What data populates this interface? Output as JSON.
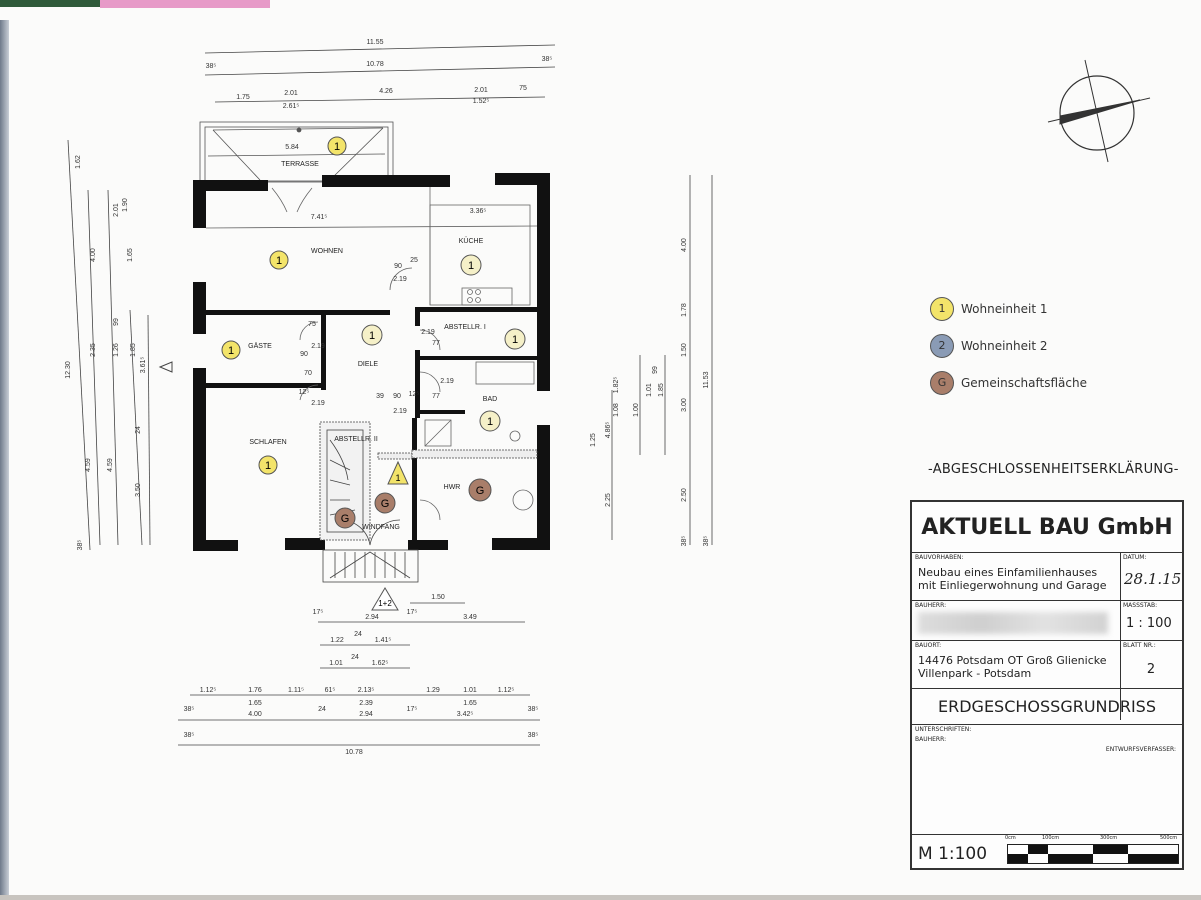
{
  "colors": {
    "unit1": "#f3e46a",
    "unit2": "#8a9bb5",
    "common": "#a97e6a",
    "wall": "#111111"
  },
  "plan": {
    "rooms": [
      {
        "name": "TERRASSE",
        "unit": "1"
      },
      {
        "name": "WOHNEN",
        "unit": "1"
      },
      {
        "name": "KÜCHE",
        "unit": "1"
      },
      {
        "name": "GÄSTE",
        "unit": "1"
      },
      {
        "name": "DIELE",
        "unit": "1"
      },
      {
        "name": "ABSTELLR. I",
        "unit": "1"
      },
      {
        "name": "BAD",
        "unit": "1"
      },
      {
        "name": "SCHLAFEN",
        "unit": "1"
      },
      {
        "name": "ABSTELLR. II",
        "unit": ""
      },
      {
        "name": "HWR",
        "unit": "G"
      },
      {
        "name": "WINDFANG",
        "unit": "G"
      }
    ],
    "stair_marker": "G",
    "triangle_markers": [
      "1",
      "1+2"
    ],
    "dims_top": [
      "11.55",
      "10.78",
      "38⁵",
      "38⁵",
      "1.75",
      "2.01",
      "2.61⁵",
      "4.26",
      "2.01",
      "1.52⁵",
      "75",
      "5.84"
    ],
    "dims_inner": [
      "7.41⁵",
      "3.36⁵",
      "90",
      "25",
      "2.19",
      "75",
      "2.19",
      "90",
      "70",
      "12⁵",
      "2.19",
      "39",
      "90",
      "12⁵",
      "2.19",
      "77",
      "2.19",
      "77",
      "2.19"
    ],
    "dims_bottom": [
      "1.50",
      "17⁵",
      "2.94",
      "17⁵",
      "3.49",
      "1.22",
      "24",
      "1.41⁵",
      "1.01",
      "24",
      "1.62⁵",
      "1.12⁵",
      "1.76",
      "1.11⁵",
      "61⁵",
      "2.13⁵",
      "1.29",
      "1.01",
      "1.12⁵",
      "1.65",
      "2.39",
      "1.65",
      "38⁵",
      "4.00",
      "24",
      "2.94",
      "17⁵",
      "3.42⁵",
      "38⁵",
      "38⁵",
      "10.78",
      "38⁵"
    ],
    "dims_left": [
      "1.62",
      "4.00",
      "2.01",
      "1.65",
      "12.30",
      "2.35",
      "1.26",
      "1.85",
      "3.61⁵",
      "4.59",
      "4.59",
      "3.50",
      "38⁵",
      "1.90",
      "99",
      "24"
    ],
    "dims_right": [
      "4.00",
      "1.78",
      "1.50",
      "11.53",
      "2.50",
      "3.00",
      "1.85",
      "1.01",
      "99",
      "1.00",
      "1.08",
      "1.82⁵",
      "4.86⁵",
      "1.25",
      "2.25",
      "38⁵",
      "38⁵"
    ]
  },
  "legend": [
    {
      "symbol": "1",
      "label": "Wohneinheit 1",
      "color": "#f3e46a"
    },
    {
      "symbol": "2",
      "label": "Wohneinheit 2",
      "color": "#8a9bb5"
    },
    {
      "symbol": "G",
      "label": "Gemeinschaftsfläche",
      "color": "#a97e6a"
    }
  ],
  "declaration": "-ABGESCHLOSSENHEITSERKLÄRUNG-",
  "title_block": {
    "company": "AKTUELL BAU GmbH",
    "project_label": "BAUVORHABEN:",
    "project_line1": "Neubau eines Einfamilienhauses",
    "project_line2": "mit Einliegerwohnung und Garage",
    "date_label": "DATUM:",
    "date": "28.1.15",
    "client_label": "BAUHERR:",
    "scale_label": "MASSSTAB:",
    "scale": "1 : 100",
    "site_label": "BAUORT:",
    "site_line1": "14476 Potsdam OT Groß Glienicke",
    "site_line2": "Villenpark - Potsdam",
    "sheet_label": "BLATT NR.:",
    "sheet": "2",
    "drawing_title": "ERDGESCHOSSGRUNDRISS",
    "signatures_label": "UNTERSCHRIFTEN:",
    "signature_client": "BAUHERR:",
    "signature_designer": "ENTWURFSVERFASSER:",
    "scale_bar_label": "M 1:100",
    "scale_bar_ticks": [
      "0cm",
      "100cm",
      "300cm",
      "500cm"
    ]
  }
}
